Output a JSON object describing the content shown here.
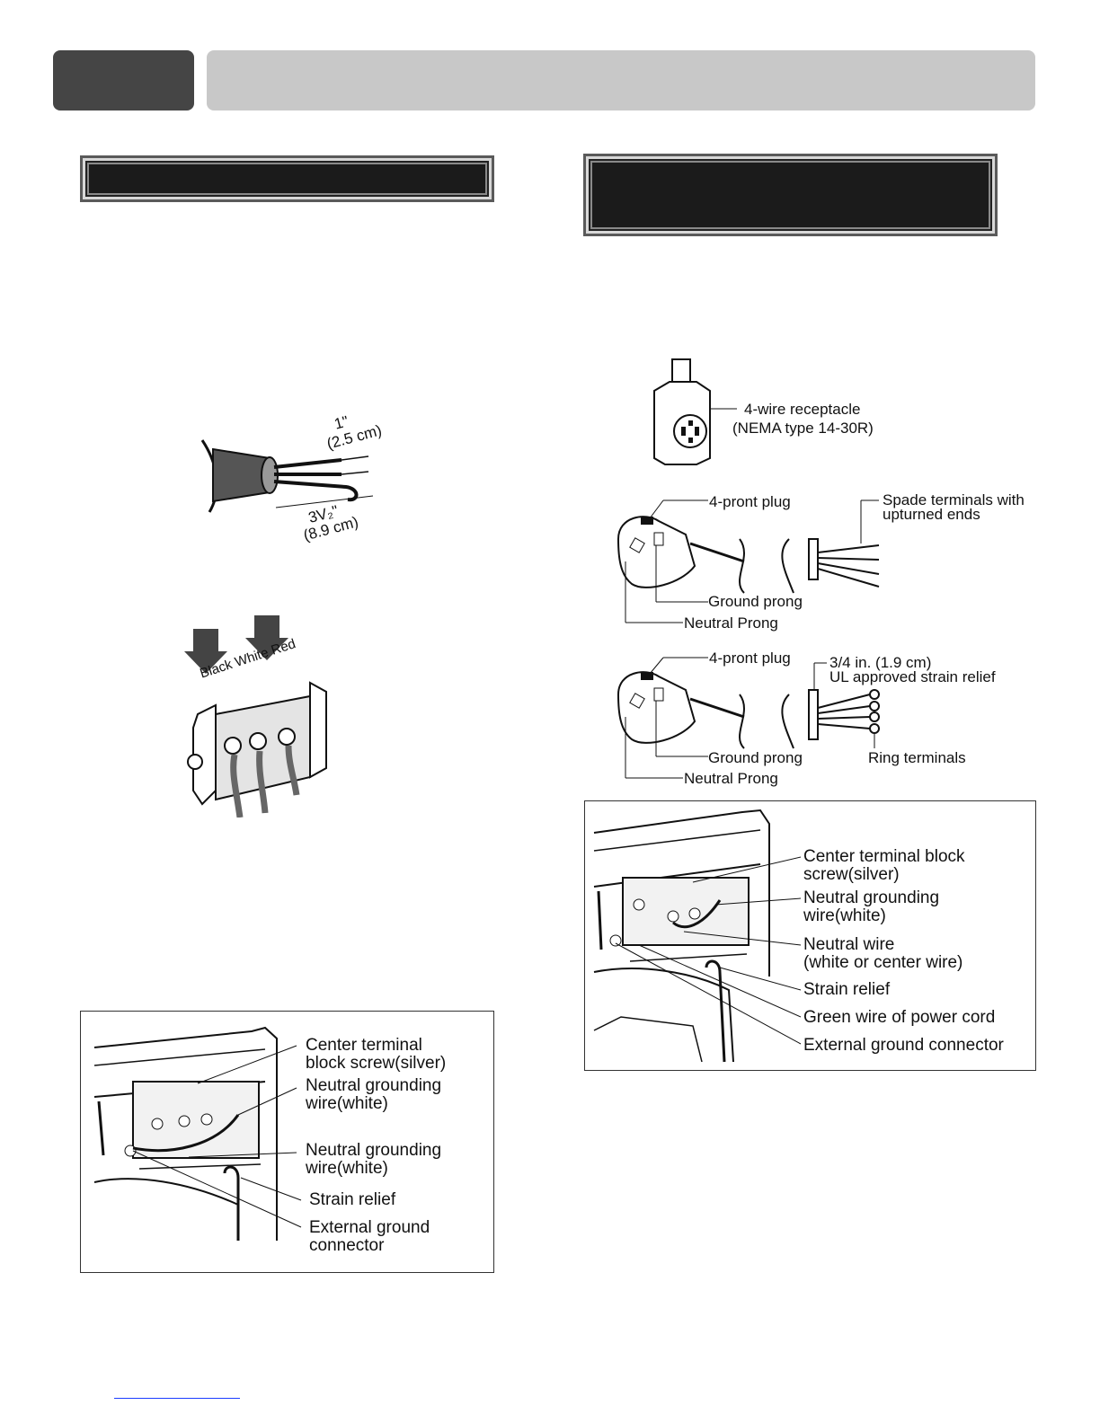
{
  "figures": {
    "strip_wires": {
      "dim_short": "1\"",
      "dim_short_cm": "(2.5 cm)",
      "dim_long": "3V₂\"",
      "dim_long_cm": "(8.9 cm)"
    },
    "terminal_block_3wire": {
      "wire_colors": "Black White Red"
    },
    "panel_3wire": {
      "labels": [
        "Center terminal",
        "block screw(silver)",
        "Neutral grounding",
        "wire(white)",
        "Neutral grounding",
        "wire(white)",
        "Strain relief",
        "External ground",
        "connector"
      ]
    },
    "receptacle": {
      "label_1": "4-wire receptacle",
      "label_2": "(NEMA type 14-30R)"
    },
    "plug_spade": {
      "plug": "4-pront plug",
      "terminals_1": "Spade terminals with",
      "terminals_2": "upturned ends",
      "ground": "Ground prong",
      "neutral": "Neutral Prong"
    },
    "plug_ring": {
      "plug": "4-pront plug",
      "relief_1": "3/4 in. (1.9 cm)",
      "relief_2": "UL approved strain relief",
      "ground": "Ground prong",
      "terminals": "Ring terminals",
      "neutral": "Neutral Prong"
    },
    "panel_4wire": {
      "labels": [
        "Center terminal block",
        "screw(silver)",
        "Neutral grounding",
        "wire(white)",
        "Neutral wire",
        "(white or center wire)",
        "Strain relief",
        "Green wire of power cord",
        "External ground connector"
      ]
    }
  }
}
